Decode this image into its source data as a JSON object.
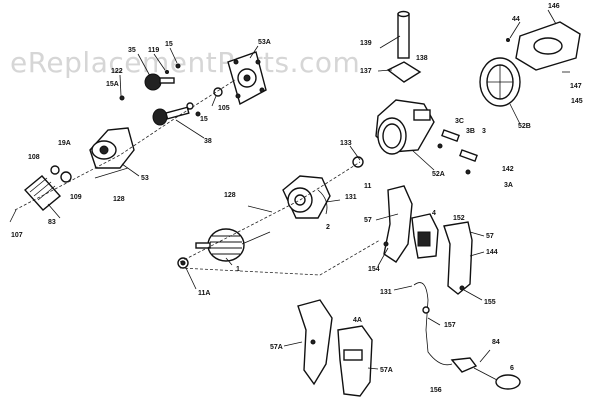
{
  "watermark": "eReplacementParts.com",
  "labels": {
    "l35": "35",
    "l119": "119",
    "l15a": "15",
    "l53a": "53A",
    "l122": "122",
    "l15aa": "15A",
    "l105": "105",
    "l15b": "15",
    "l38": "38",
    "l19a": "19A",
    "l108": "108",
    "l109": "109",
    "l53": "53",
    "l128a": "128",
    "l83": "83",
    "l107": "107",
    "l139": "139",
    "l137": "137",
    "l138": "138",
    "l133": "133",
    "l11": "11",
    "l52a": "52A",
    "l3c": "3C",
    "l3b": "3B",
    "l3": "3",
    "l142": "142",
    "l3a": "3A",
    "l44": "44",
    "l146": "146",
    "l147": "147",
    "l145": "145",
    "l52b": "52B",
    "l128b": "128",
    "l131a": "131",
    "l2": "2",
    "l1": "1",
    "l11a": "11A",
    "l57a": "57",
    "l4": "4",
    "l152": "152",
    "l57b": "57",
    "l144": "144",
    "l154": "154",
    "l131b": "131",
    "l155": "155",
    "l157": "157",
    "l84": "84",
    "l6": "6",
    "l156": "156",
    "l4a": "4A",
    "l57aa": "57A",
    "l57ab": "57A"
  }
}
